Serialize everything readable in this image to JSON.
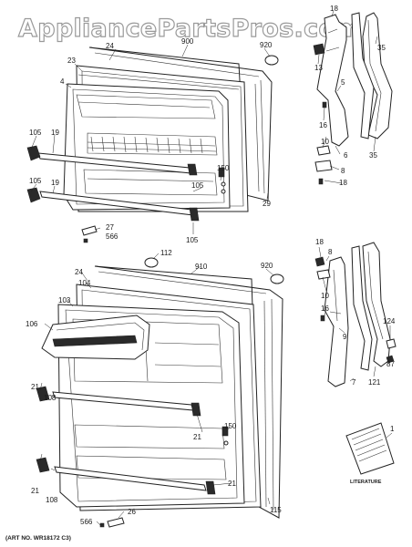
{
  "diagram": {
    "watermark": "AppliancePartsPros.com",
    "art_number": "(ART NO. WR18172 C3)",
    "literature_label": "LITERATURE",
    "freezer_door_section": {
      "callouts": [
        "900",
        "920",
        "24",
        "23",
        "4",
        "105",
        "19",
        "105",
        "19",
        "150",
        "105",
        "29",
        "27",
        "566",
        "105"
      ],
      "hardware_callouts": [
        "18",
        "13",
        "35",
        "5",
        "16",
        "10",
        "8",
        "6",
        "35",
        "18"
      ]
    },
    "fresh_food_door_section": {
      "callouts": [
        "112",
        "910",
        "920",
        "24",
        "104",
        "103",
        "106",
        "21",
        "108",
        "21",
        "150",
        "21",
        "108",
        "21",
        "26",
        "566",
        "115"
      ],
      "hardware_callouts": [
        "18",
        "8",
        "10",
        "16",
        "9",
        "124",
        "7",
        "87",
        "121",
        "1"
      ]
    }
  }
}
